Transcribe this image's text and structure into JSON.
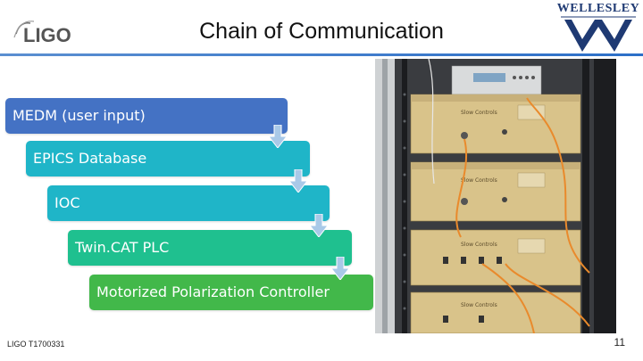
{
  "header": {
    "logo_text": "LIGO",
    "title": "Chain of Communication",
    "institution_logo_text": "WELLESLEY"
  },
  "flow": {
    "steps": [
      {
        "label": "MEDM (user input)",
        "color": "#4472c4"
      },
      {
        "label": "EPICS Database",
        "color": "#1fb5c8"
      },
      {
        "label": "IOC",
        "color": "#1fb5c8"
      },
      {
        "label": "Twin.CAT PLC",
        "color": "#1fc08f"
      },
      {
        "label": "Motorized Polarization Controller",
        "color": "#42b84a"
      }
    ],
    "arrow_color": "#a9c9e8"
  },
  "photo": {
    "description_icon": "equipment-rack-photo",
    "front_panel_label": "Slow Controls"
  },
  "footer": {
    "document_id": "LIGO T1700331",
    "page_number": "11"
  }
}
